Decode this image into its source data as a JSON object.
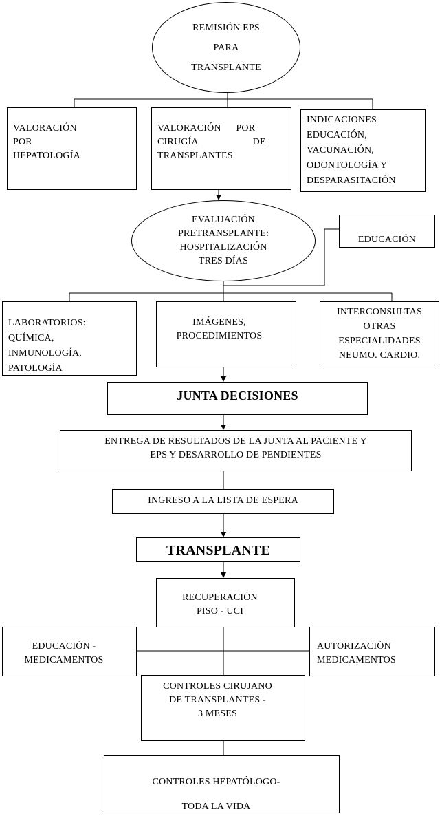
{
  "nodes": {
    "remision": [
      "REMISIÓN EPS",
      "PARA",
      "TRANSPLANTE"
    ],
    "valoracion_hepatologia": [
      "VALORACIÓN",
      "POR",
      "HEPATOLOGÍA"
    ],
    "valoracion_cirugia": [
      "VALORACIÓN POR",
      "CIRUGÍA DE",
      "TRANSPLANTES"
    ],
    "indicaciones": [
      "INDICACIONES",
      "EDUCACIÓN,",
      "VACUNACIÓN,",
      "ODONTOLOGÍA Y",
      "DESPARASITACIÓN"
    ],
    "evaluacion": [
      "EVALUACIÓN",
      "PRETRANSPLANTE:",
      "HOSPITALIZACIÓN",
      "TRES DÍAS"
    ],
    "educacion": "EDUCACIÓN",
    "laboratorios": [
      "LABORATORIOS:",
      "QUÍMICA,",
      "INMUNOLOGÍA,",
      "PATOLOGÍA"
    ],
    "imagenes": [
      "IMÁGENES,",
      "PROCEDIMIENTOS"
    ],
    "interconsultas": [
      "INTERCONSULTAS",
      "OTRAS",
      "ESPECIALIDADES",
      "NEUMO. CARDIO."
    ],
    "junta": "JUNTA DECISIONES",
    "entrega": [
      "ENTREGA DE RESULTADOS DE LA JUNTA AL PACIENTE Y",
      "EPS Y DESARROLLO DE PENDIENTES"
    ],
    "ingreso": "INGRESO A LA LISTA DE ESPERA",
    "transplante": "TRANSPLANTE",
    "recuperacion": [
      "RECUPERACIÓN",
      "PISO - UCI"
    ],
    "educacion_medicamentos": [
      "EDUCACIÓN -",
      "MEDICAMENTOS"
    ],
    "autorizacion": [
      "AUTORIZACIÓN",
      "MEDICAMENTOS"
    ],
    "controles_cirujano": [
      "CONTROLES CIRUJANO",
      "DE TRANSPLANTES -",
      "3 MESES"
    ],
    "controles_hepatologo": [
      "CONTROLES HEPATÓLOGO-",
      "TODA LA VIDA"
    ]
  }
}
